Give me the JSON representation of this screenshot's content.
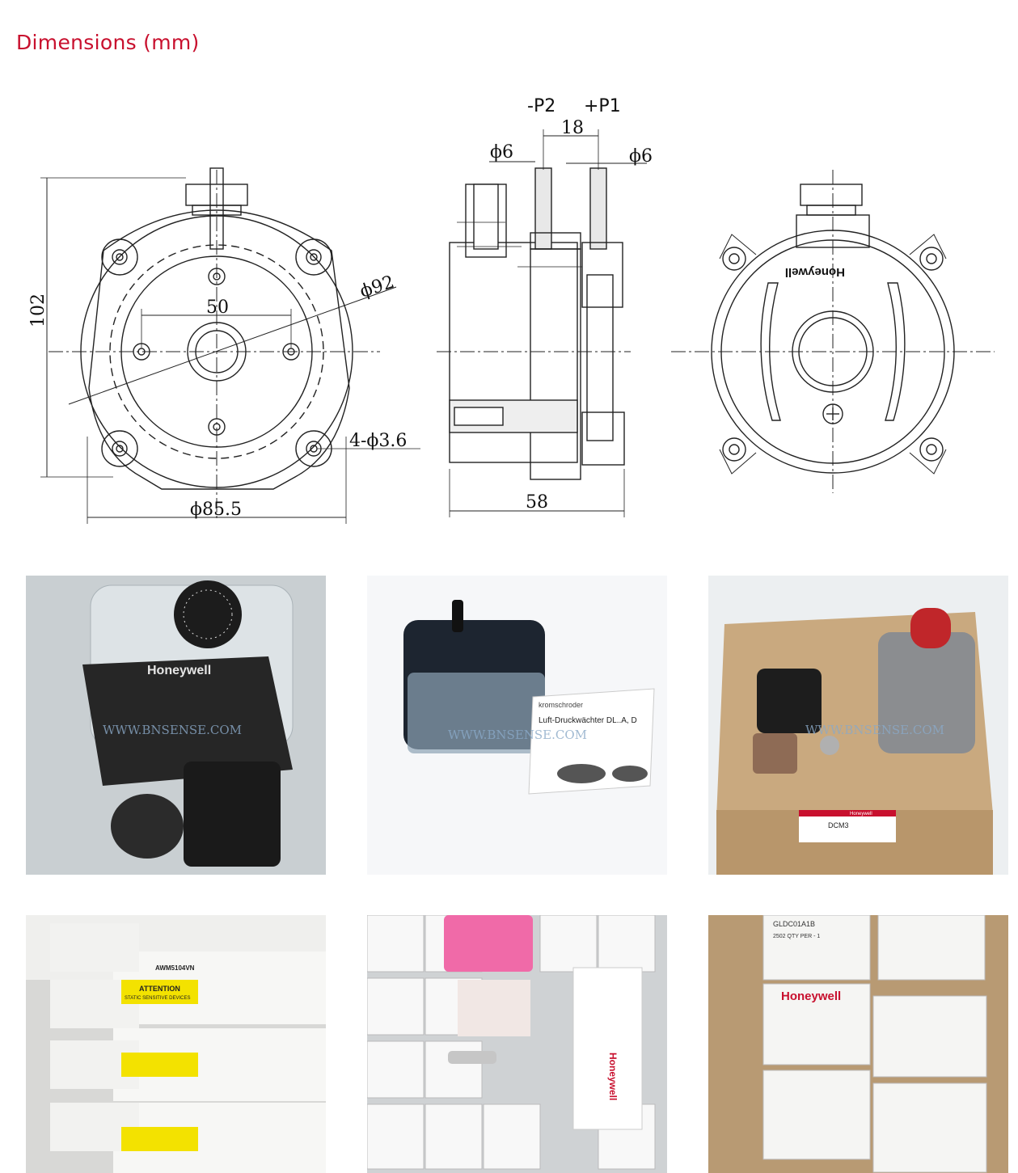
{
  "header": {
    "title": "Dimensions (mm)",
    "title_color": "#c8102e"
  },
  "drawing": {
    "front": {
      "height": "102",
      "bolt_spacing": "50",
      "body_diameter": "ϕ92",
      "holes": "4-ϕ3.6",
      "outer_diameter": "ϕ85.5"
    },
    "side": {
      "port_minus": "-P2",
      "port_plus": "+P1",
      "port_spacing": "18",
      "port_left_diameter": "ϕ6",
      "port_right_diameter": "ϕ6",
      "depth": "58"
    },
    "rear": {
      "brand": "Honeywell"
    }
  },
  "photos": [
    {
      "watermark": "WWW.BNSENSE.COM",
      "brand": "Honeywell",
      "subject": "pressure-switch-clear-cover"
    },
    {
      "watermark": "WWW.BNSENSE.COM",
      "brand": "kromschroder",
      "manual": "Luft-Druckwächter DL..A, D",
      "subject": "pressure-switch-with-manual"
    },
    {
      "watermark": "WWW.BNSENSE.COM",
      "brand": "Honeywell",
      "box_model": "DCM3",
      "subject": "pressure-switch-on-box"
    },
    {
      "label_model": "AWM5104VN",
      "label_title": "ATTENTION",
      "label_text": "STATIC SENSITIVE DEVICES",
      "subject": "sensor-boxes-attention"
    },
    {
      "brand": "Honeywell",
      "subject": "boxes-with-foam-and-sensor"
    },
    {
      "brand": "Honeywell",
      "label_model": "GLDC01A1B",
      "label_qty": "2502  QTY PER - 1",
      "subject": "honeywell-boxes"
    }
  ]
}
